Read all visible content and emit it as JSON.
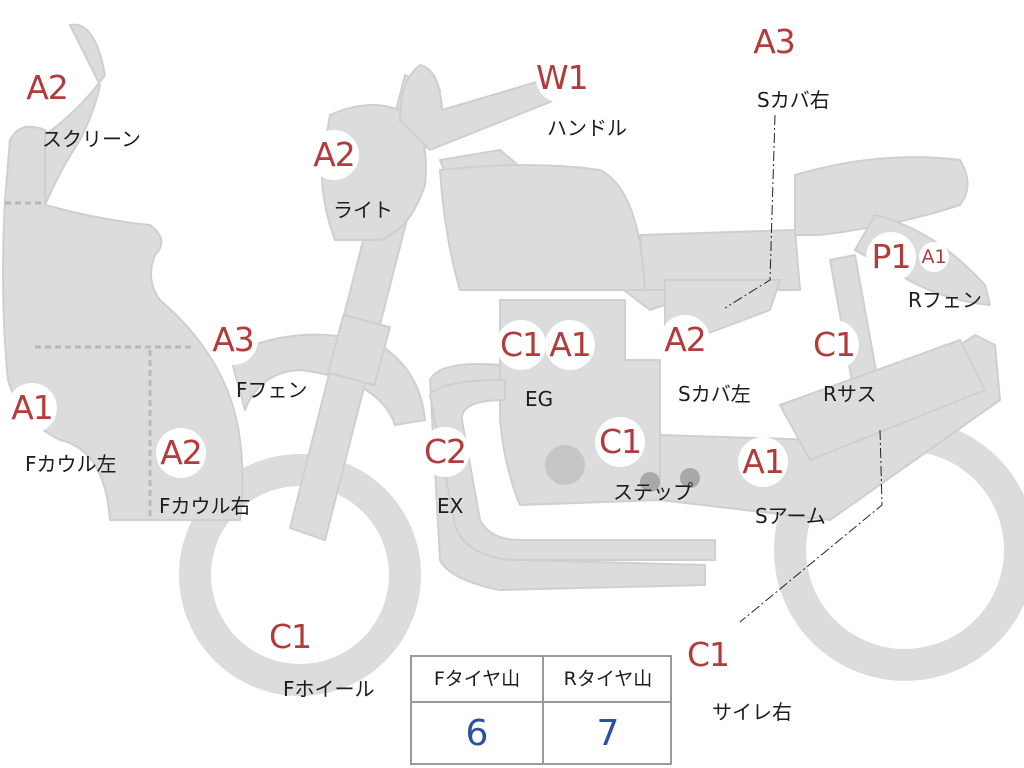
{
  "colors": {
    "fill": "#dcdcdc",
    "stroke": "#cfcfcf",
    "badge_text": "#b23b3b",
    "value_text": "#2c4f9e"
  },
  "markers": [
    {
      "id": "screen",
      "grade": "A2",
      "label": "スクリーン"
    },
    {
      "id": "light",
      "grade": "A2",
      "label": "ライト"
    },
    {
      "id": "handle",
      "grade": "W1",
      "label": "ハンドル"
    },
    {
      "id": "scover-r",
      "grade": "A3",
      "label": "Sカバ右"
    },
    {
      "id": "ffender",
      "grade": "A3",
      "label": "Fフェン"
    },
    {
      "id": "fcowl-l",
      "grade": "A1",
      "label": "Fカウル左"
    },
    {
      "id": "fcowl-r",
      "grade": "A2",
      "label": "Fカウル右"
    },
    {
      "id": "engine",
      "grade": [
        "C1",
        "A1"
      ],
      "label": "EG"
    },
    {
      "id": "exhaust",
      "grade": "C2",
      "label": "EX"
    },
    {
      "id": "step",
      "grade": "C1",
      "label": "ステップ"
    },
    {
      "id": "scover-l",
      "grade": "A2",
      "label": "Sカバ左"
    },
    {
      "id": "rfender",
      "grade": [
        "P1",
        "A1"
      ],
      "label": "Rフェン"
    },
    {
      "id": "rsus",
      "grade": "C1",
      "label": "Rサス"
    },
    {
      "id": "sarm",
      "grade": "A1",
      "label": "Sアーム"
    },
    {
      "id": "fwheel",
      "grade": "C1",
      "label": "Fホイール"
    },
    {
      "id": "muffler-r",
      "grade": "C1",
      "label": "サイレ右"
    }
  ],
  "tire_table": {
    "headers": [
      "Fタイヤ山",
      "Rタイヤ山"
    ],
    "values": [
      "6",
      "7"
    ]
  }
}
